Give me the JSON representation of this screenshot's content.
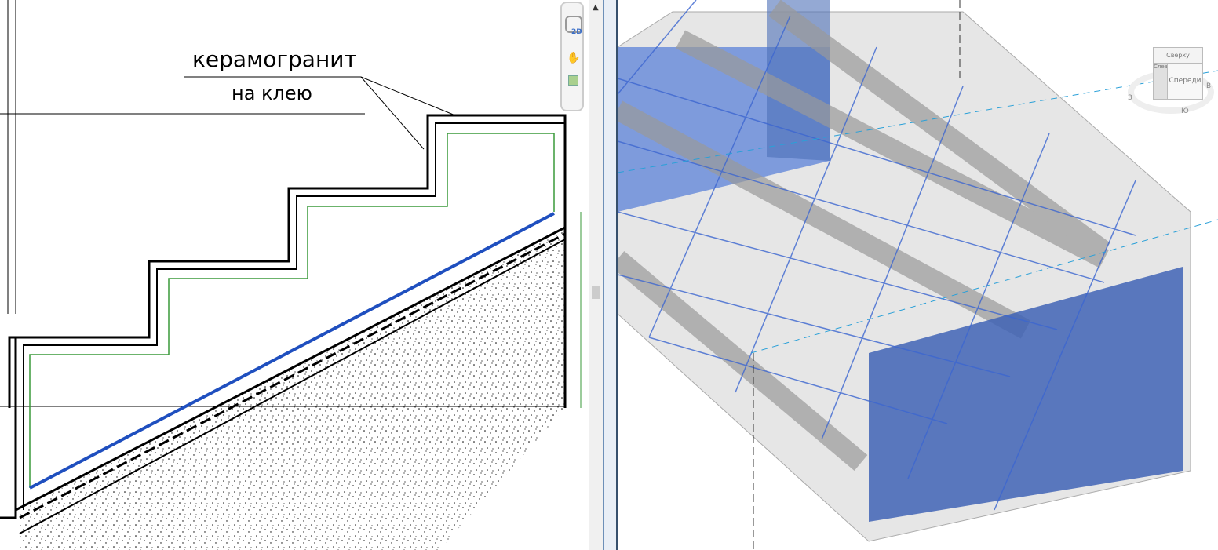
{
  "section_view": {
    "annotation_line1": "керамогранит",
    "annotation_line2": "на клею"
  },
  "navigation_bar": {
    "wheel_badge": "2D",
    "items": [
      "steering-wheel",
      "pan",
      "zoom-region"
    ]
  },
  "view_cube": {
    "top": "Сверху",
    "left": "Слева",
    "front": "Спереди",
    "compass": [
      "З",
      "Ю",
      "В"
    ]
  },
  "colors": {
    "accent": "#4a6fc0",
    "rebar": "#1f4fbf",
    "finish": "#3a9a3a"
  }
}
